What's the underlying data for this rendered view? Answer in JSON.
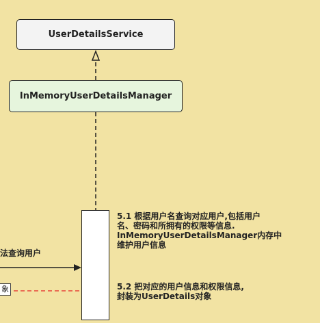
{
  "diagram": {
    "interface_box": "UserDetailsService",
    "impl_box": "InMemoryUserDetailsManager",
    "note_step1": "5.1 根据用户名查询对应用户,包括用户\n名、密码和所拥有的权限等信息.\nInMemoryUserDetailsManager内存中\n维护用户信息",
    "note_step2": "5.2 把对应的用户信息和权限信息,\n封装为UserDetails对象",
    "call_label_partial": "法查询用户",
    "return_label_partial": "象"
  },
  "colors": {
    "background": "#f2e3a3",
    "interface_fill": "#f3f3f3",
    "impl_fill": "#e6f5dd",
    "return_arrow": "#e8443a",
    "line": "#222222"
  }
}
